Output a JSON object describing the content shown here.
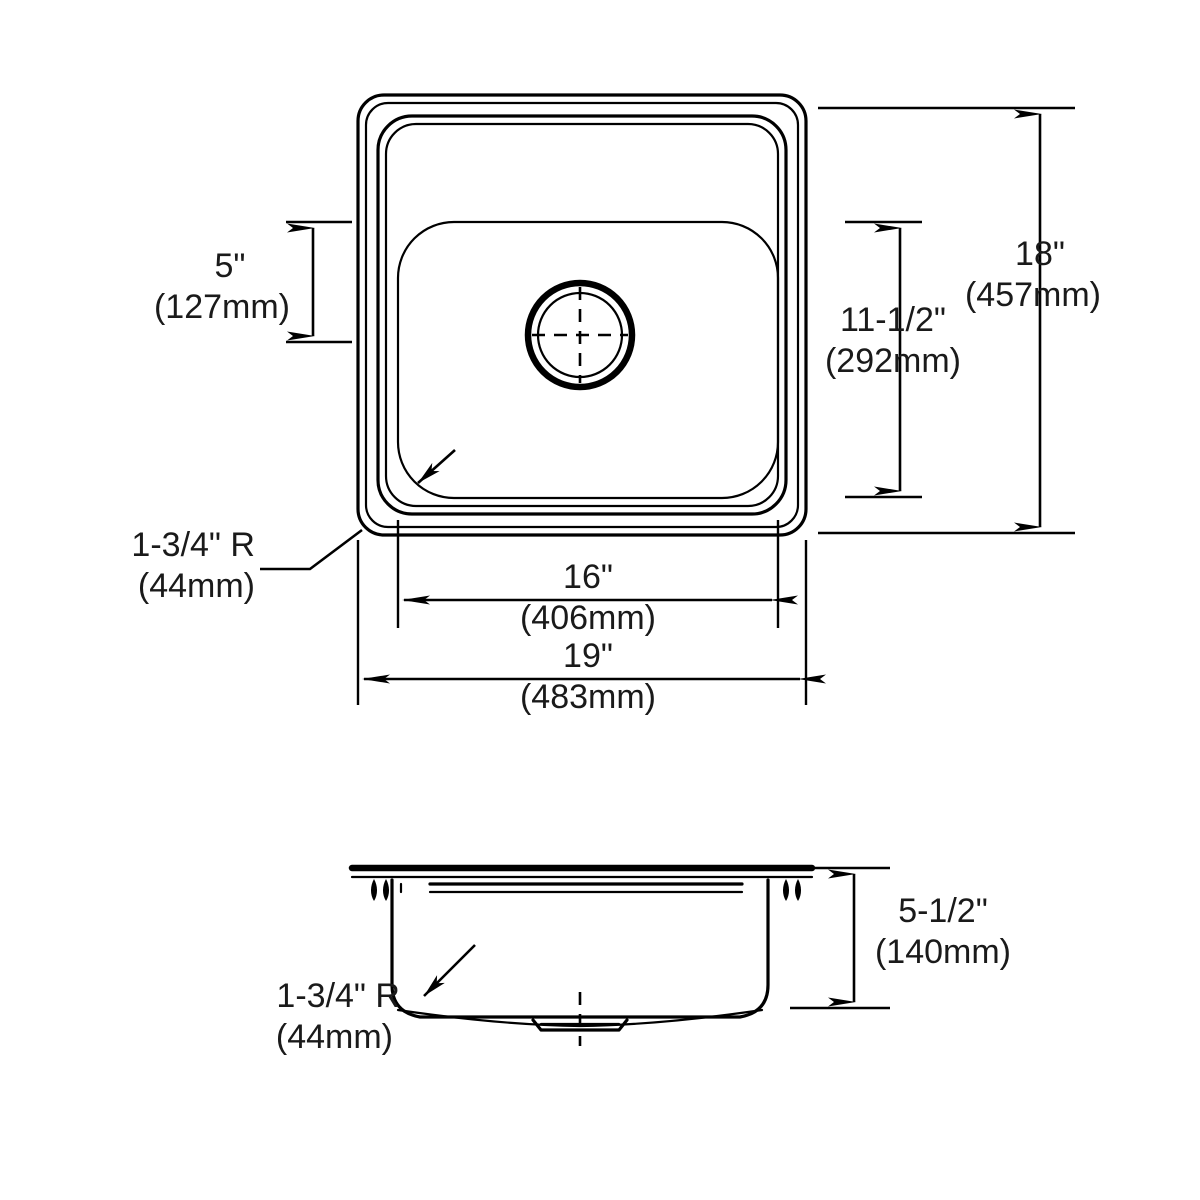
{
  "drawing": {
    "title": "Sink Dimensional Drawing",
    "views": {
      "top": {
        "name": "top-view"
      },
      "section": {
        "name": "section-view"
      }
    },
    "line_color": "#000000",
    "background_color": "#ffffff"
  },
  "dimensions": {
    "bowl_depth_front": {
      "id": "dim-5in",
      "inches": "5\"",
      "metric": "(127mm)"
    },
    "bowl_height": {
      "id": "dim-11-1-2in",
      "inches": "11-1/2\"",
      "metric": "(292mm)"
    },
    "overall_height": {
      "id": "dim-18in",
      "inches": "18\"",
      "metric": "(457mm)"
    },
    "bowl_width": {
      "id": "dim-16in",
      "inches": "16\"",
      "metric": "(406mm)"
    },
    "overall_width": {
      "id": "dim-19in",
      "inches": "19\"",
      "metric": "(483mm)"
    },
    "corner_radius_top": {
      "id": "dim-radius-top",
      "inches": "1-3/4\" R",
      "metric": "(44mm)"
    },
    "corner_radius_section": {
      "id": "dim-radius-section",
      "inches": "1-3/4\" R",
      "metric": "(44mm)"
    },
    "bowl_depth": {
      "id": "dim-5-1-2in",
      "inches": "5-1/2\"",
      "metric": "(140mm)"
    }
  }
}
